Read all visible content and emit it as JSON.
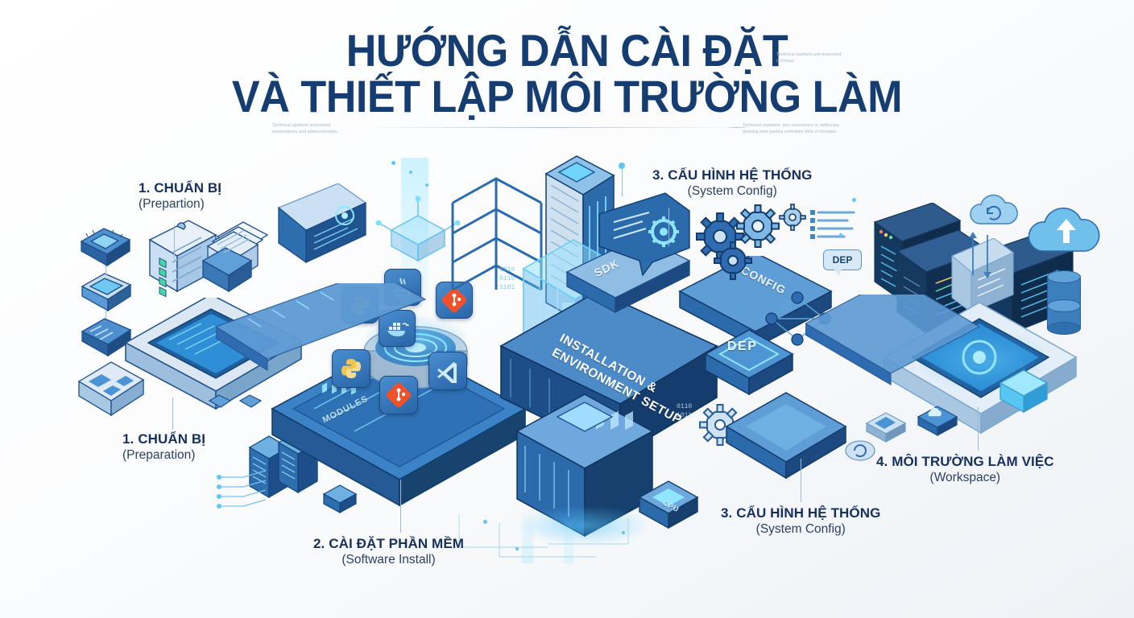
{
  "header": {
    "title_line1": "HƯỚNG DẪN CÀI ĐẶT",
    "title_line2": "VÀ THIẾT LẬP MÔI TRƯỜNG LÀM",
    "caption_top_right": "Technical captions are moscoerd\ntechnical",
    "caption_bottom_left": "Technical opsiloos oreocitrted\ninfopmabons and admoconoxdes.",
    "caption_bottom_right": "Techoical copstiem, seci eosoctosro io nethvcare,\ndorlsing onst nastois sotmatien dets ct mcostes."
  },
  "callouts": [
    {
      "id": "prep-top",
      "number": "1.",
      "title": "1. CHUẨN BỊ",
      "subtitle": "(Prepartion)"
    },
    {
      "id": "prep-bottom",
      "number": "1.",
      "title": "1. CHUẨN BỊ",
      "subtitle": "(Preparation)"
    },
    {
      "id": "software-install",
      "number": "2.",
      "title": "2. CÀI ĐẶT PHẦN MỀM",
      "subtitle": "(Software Install)"
    },
    {
      "id": "sysconfig-top",
      "number": "3.",
      "title": "3. CẤU HÌNH HỆ THỐNG",
      "subtitle": "(System Config)"
    },
    {
      "id": "sysconfig-bottom",
      "number": "3.",
      "title": "3. CẤU HÌNH HỆ THỐNG",
      "subtitle": "(System Config)"
    },
    {
      "id": "workspace",
      "number": "4.",
      "title": "4. MÔI TRƯỜNG LÀM VIỆC",
      "subtitle": "(Workspace)"
    }
  ],
  "scene_labels": {
    "center_block_line1": "INSTALLATION &",
    "center_block_line2": "ENVIRONMENT SETUP",
    "sdk": "SDK",
    "config": "CONFIG",
    "dep_platform": "DEP",
    "dep_bubble": "DEP",
    "modules": "MODULES",
    "cpu": "CPU"
  },
  "tech_icons": [
    {
      "name": "python-icon",
      "glyph": "py",
      "label": "Python"
    },
    {
      "name": "java-icon",
      "glyph": "java",
      "label": "Java"
    },
    {
      "name": "docker-icon",
      "glyph": "docker",
      "label": "Docker"
    },
    {
      "name": "git-icon",
      "glyph": "git",
      "label": "Git"
    },
    {
      "name": "vscode-icon",
      "glyph": "vscode",
      "label": "VS Code"
    }
  ],
  "colors": {
    "title_navy": "#163d72",
    "callout_navy": "#16305c",
    "primary_blue": "#2f6bb0",
    "deep_blue": "#173a63",
    "light_blue": "#6ea8dc",
    "cyan_glow": "#68d4ff",
    "pale_panel": "#cfe2f3",
    "python_yellow": "#f2c44d",
    "git_orange": "#f0512b",
    "background": "#ffffff",
    "caption_grey": "#9fb3c4"
  }
}
